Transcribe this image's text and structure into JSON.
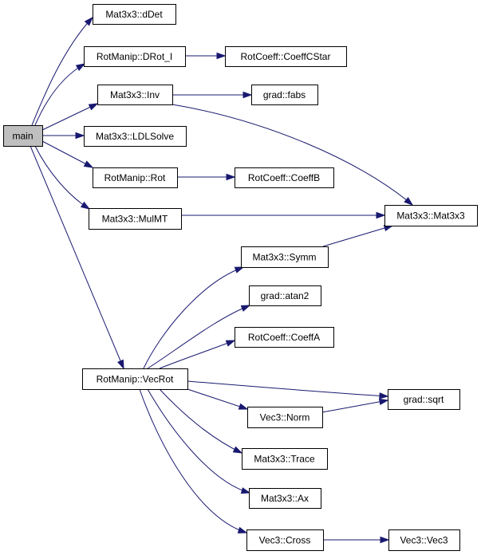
{
  "graph": {
    "colors": {
      "edge": "#191970",
      "root_fill": "#bfbfbf",
      "node_fill": "#ffffff",
      "border": "#000000"
    },
    "nodes": [
      {
        "id": "main",
        "label": "main",
        "root": true
      },
      {
        "id": "dDet",
        "label": "Mat3x3::dDet"
      },
      {
        "id": "DRot_I",
        "label": "RotManip::DRot_I"
      },
      {
        "id": "CoeffCStar",
        "label": "RotCoeff::CoeffCStar"
      },
      {
        "id": "Inv",
        "label": "Mat3x3::Inv"
      },
      {
        "id": "fabs",
        "label": "grad::fabs"
      },
      {
        "id": "LDLSolve",
        "label": "Mat3x3::LDLSolve"
      },
      {
        "id": "Rot",
        "label": "RotManip::Rot"
      },
      {
        "id": "CoeffB",
        "label": "RotCoeff::CoeffB"
      },
      {
        "id": "MulMT",
        "label": "Mat3x3::MulMT"
      },
      {
        "id": "Mat3x3",
        "label": "Mat3x3::Mat3x3"
      },
      {
        "id": "Symm",
        "label": "Mat3x3::Symm"
      },
      {
        "id": "atan2",
        "label": "grad::atan2"
      },
      {
        "id": "CoeffA",
        "label": "RotCoeff::CoeffA"
      },
      {
        "id": "VecRot",
        "label": "RotManip::VecRot"
      },
      {
        "id": "sqrt",
        "label": "grad::sqrt"
      },
      {
        "id": "Norm",
        "label": "Vec3::Norm"
      },
      {
        "id": "Trace",
        "label": "Mat3x3::Trace"
      },
      {
        "id": "Ax",
        "label": "Mat3x3::Ax"
      },
      {
        "id": "Cross",
        "label": "Vec3::Cross"
      },
      {
        "id": "Vec3",
        "label": "Vec3::Vec3"
      }
    ],
    "edges": [
      {
        "from": "main",
        "to": "dDet"
      },
      {
        "from": "main",
        "to": "DRot_I"
      },
      {
        "from": "main",
        "to": "Inv"
      },
      {
        "from": "main",
        "to": "LDLSolve"
      },
      {
        "from": "main",
        "to": "Rot"
      },
      {
        "from": "main",
        "to": "MulMT"
      },
      {
        "from": "main",
        "to": "VecRot"
      },
      {
        "from": "DRot_I",
        "to": "CoeffCStar"
      },
      {
        "from": "Inv",
        "to": "fabs"
      },
      {
        "from": "Inv",
        "to": "Mat3x3"
      },
      {
        "from": "Rot",
        "to": "CoeffB"
      },
      {
        "from": "MulMT",
        "to": "Mat3x3"
      },
      {
        "from": "Symm",
        "to": "Mat3x3"
      },
      {
        "from": "VecRot",
        "to": "Symm"
      },
      {
        "from": "VecRot",
        "to": "atan2"
      },
      {
        "from": "VecRot",
        "to": "CoeffA"
      },
      {
        "from": "VecRot",
        "to": "sqrt"
      },
      {
        "from": "VecRot",
        "to": "Norm"
      },
      {
        "from": "VecRot",
        "to": "Trace"
      },
      {
        "from": "VecRot",
        "to": "Ax"
      },
      {
        "from": "VecRot",
        "to": "Cross"
      },
      {
        "from": "Norm",
        "to": "sqrt"
      },
      {
        "from": "Cross",
        "to": "Vec3"
      }
    ]
  }
}
